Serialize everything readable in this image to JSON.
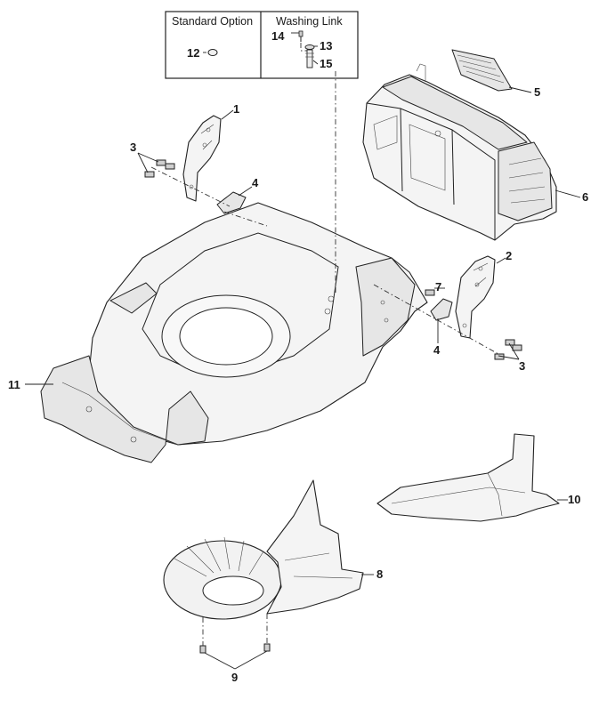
{
  "legend": {
    "standard_option_header": "Standard Option",
    "washing_link_header": "Washing Link"
  },
  "callouts": {
    "c1": "1",
    "c2": "2",
    "c3a": "3",
    "c3b": "3",
    "c4a": "4",
    "c4b": "4",
    "c5": "5",
    "c6": "6",
    "c7": "7",
    "c8": "8",
    "c9": "9",
    "c10": "10",
    "c11": "11",
    "c12": "12",
    "c13": "13",
    "c14": "14",
    "c15": "15"
  }
}
